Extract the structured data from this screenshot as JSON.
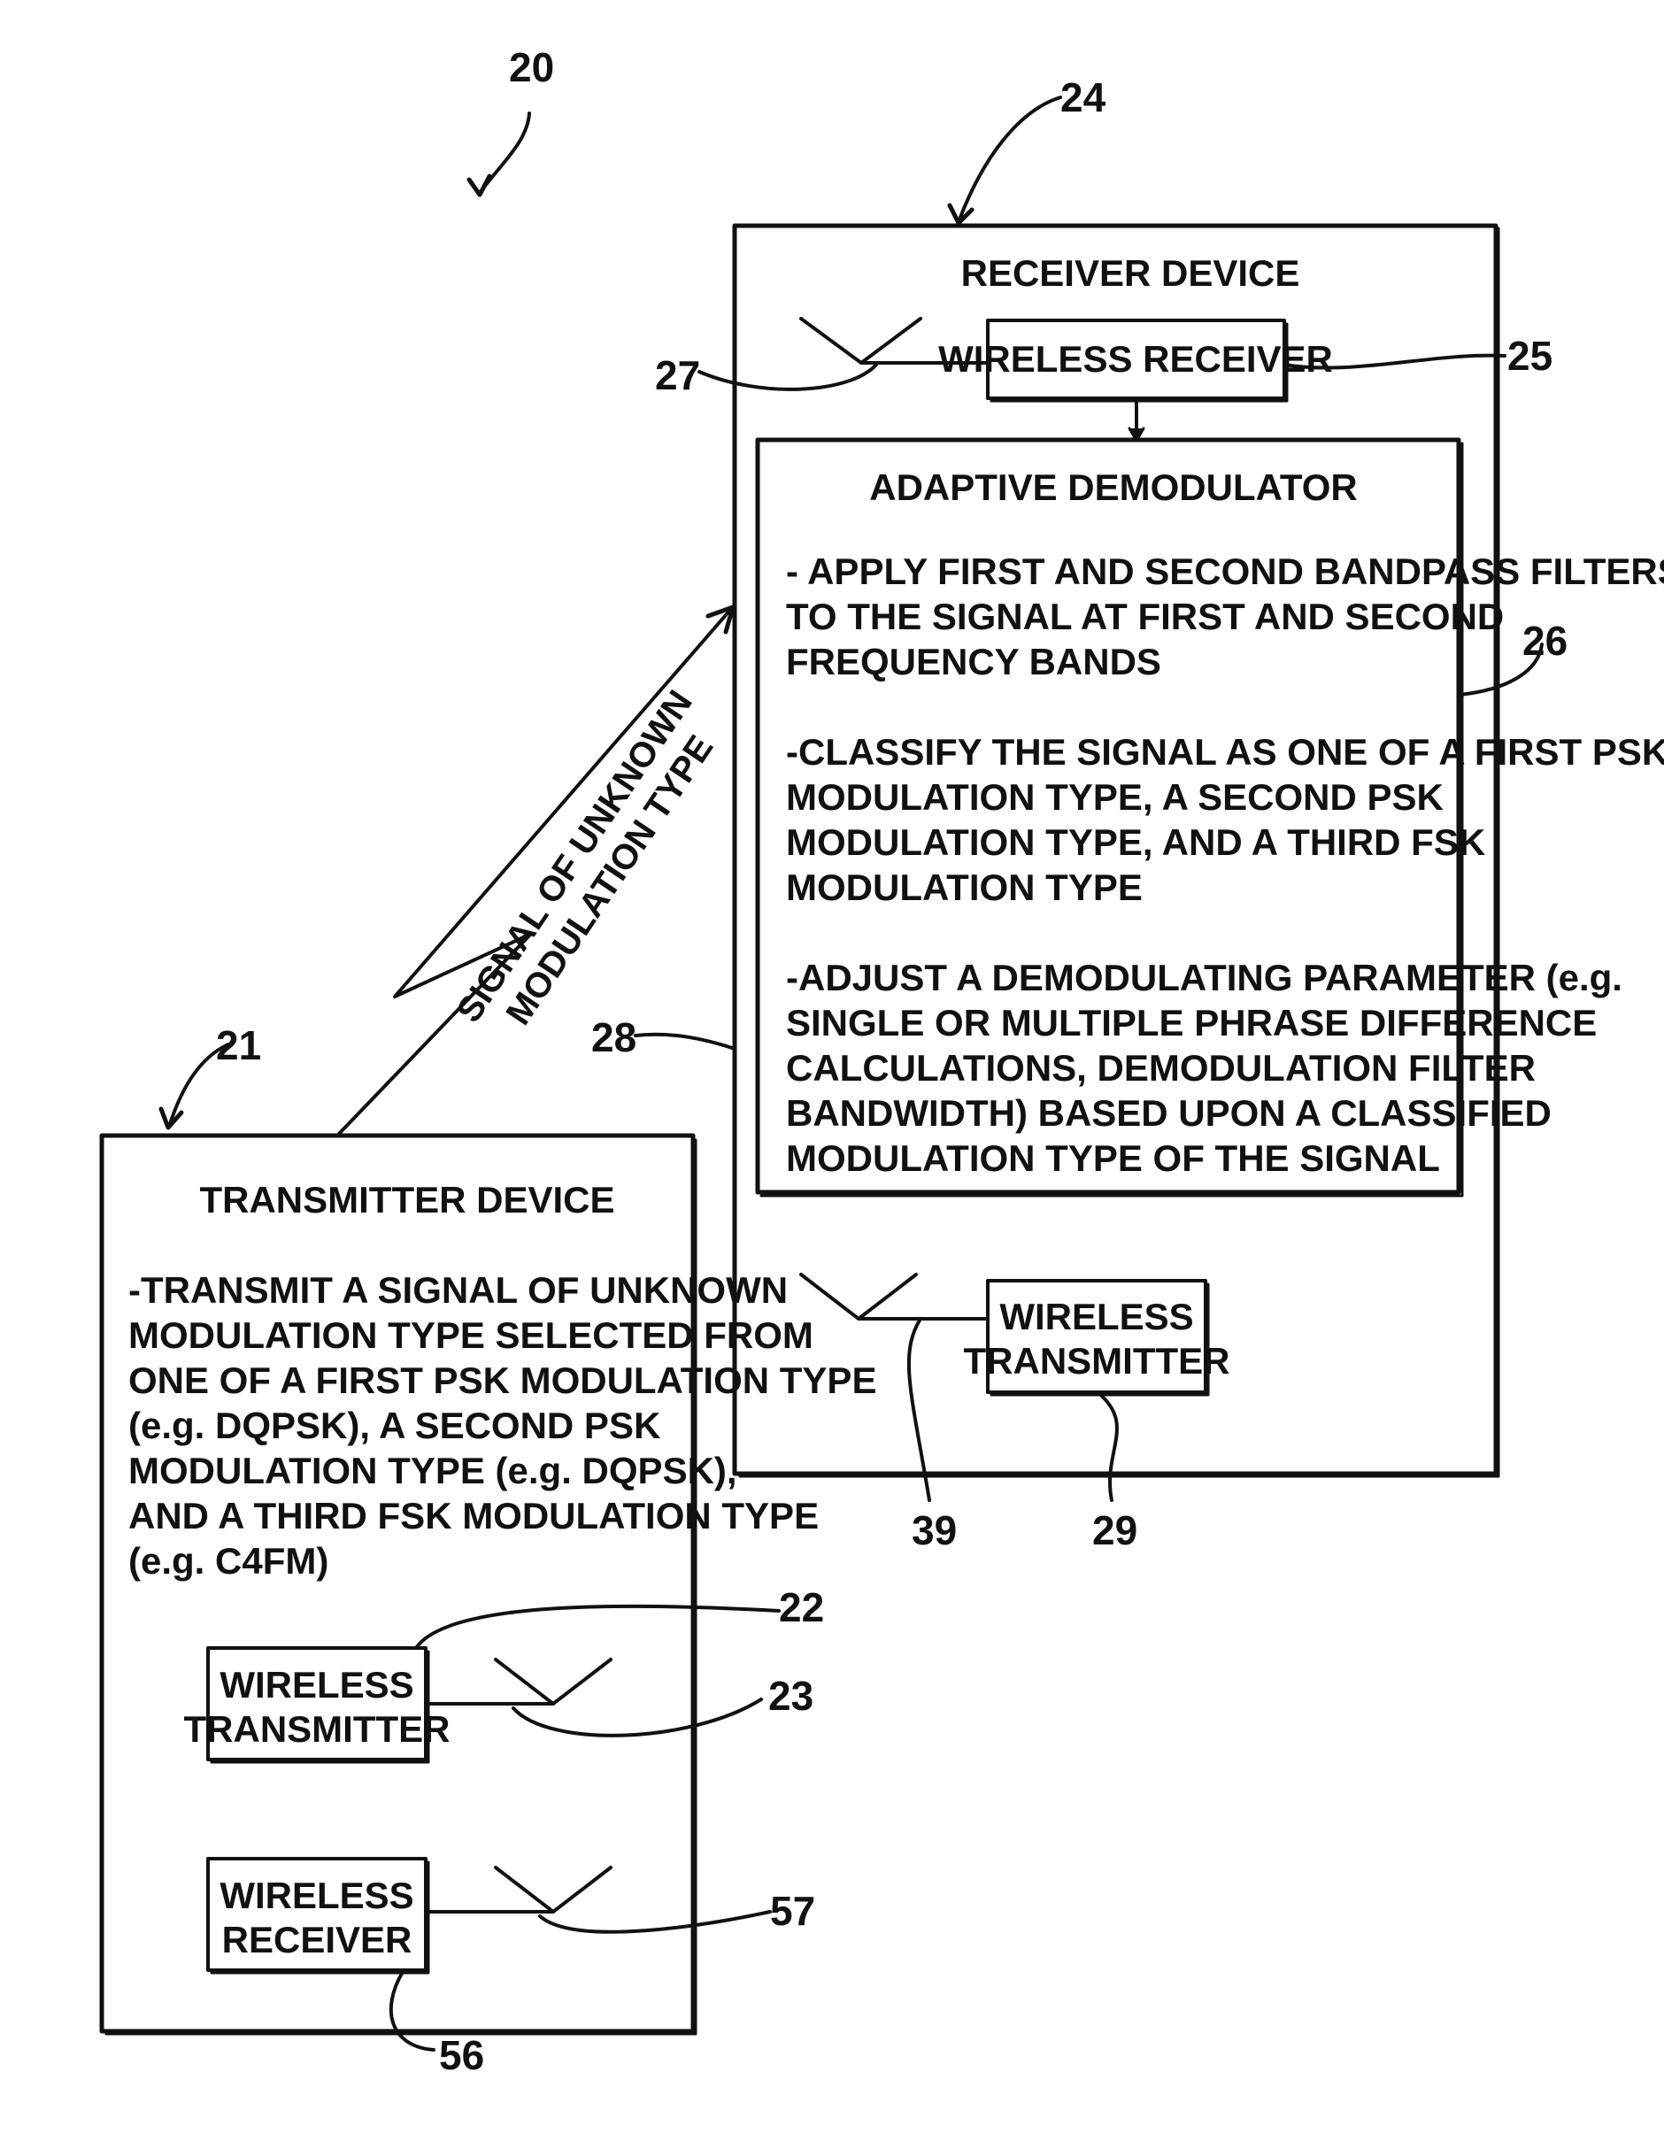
{
  "refs": {
    "system": "20",
    "receiver_device": "24",
    "wireless_receiver": "25",
    "antenna_rx": "27",
    "adaptive_demodulator": "26",
    "housing_rx": "28",
    "antenna_tx_rx": "39",
    "wireless_transmitter_rx": "29",
    "transmitter_device": "21",
    "wireless_transmitter_tx": "22",
    "antenna_tx": "23",
    "antenna_rx_tx": "57",
    "wireless_receiver_tx": "56"
  },
  "receiver_device": {
    "title": "RECEIVER DEVICE",
    "wireless_receiver_label": "WIRELESS RECEIVER",
    "wireless_transmitter_lines": [
      "WIRELESS",
      "TRANSMITTER"
    ]
  },
  "adaptive_demodulator": {
    "title": "ADAPTIVE DEMODULATOR",
    "lines": [
      "- APPLY FIRST AND SECOND BANDPASS FILTERS",
      "TO THE SIGNAL AT FIRST AND SECOND",
      "FREQUENCY BANDS",
      "",
      "-CLASSIFY THE SIGNAL AS ONE OF A FIRST PSK",
      "MODULATION TYPE, A SECOND PSK",
      "MODULATION TYPE, AND A THIRD FSK",
      "MODULATION TYPE",
      "",
      "-ADJUST A DEMODULATING PARAMETER (e.g.",
      "SINGLE OR MULTIPLE PHRASE DIFFERENCE",
      "CALCULATIONS, DEMODULATION FILTER",
      "BANDWIDTH) BASED UPON A CLASSIFIED",
      "MODULATION TYPE OF THE SIGNAL"
    ]
  },
  "signal": {
    "lines": [
      "SIGNAL OF UNKNOWN",
      "MODULATION TYPE"
    ]
  },
  "transmitter_device": {
    "title": "TRANSMITTER DEVICE",
    "lines": [
      "-TRANSMIT A SIGNAL OF UNKNOWN",
      "MODULATION TYPE SELECTED FROM",
      "ONE OF A FIRST PSK MODULATION TYPE",
      "(e.g. DQPSK), A SECOND PSK",
      "MODULATION TYPE (e.g. DQPSK),",
      "AND A THIRD FSK MODULATION TYPE",
      "(e.g. C4FM)"
    ],
    "wireless_transmitter_lines": [
      "WIRELESS",
      "TRANSMITTER"
    ],
    "wireless_receiver_lines": [
      "WIRELESS",
      "RECEIVER"
    ]
  }
}
